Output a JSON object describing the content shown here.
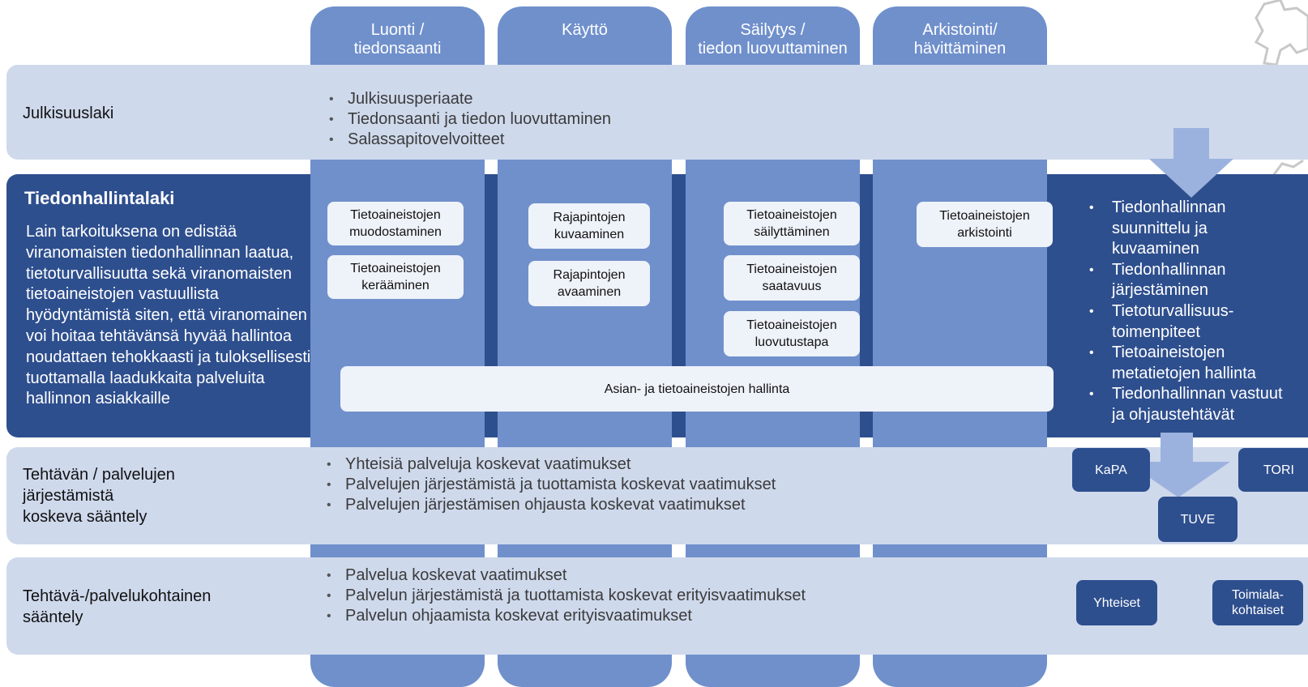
{
  "columns": [
    {
      "title": "Luonti /\ntiedonsaanti"
    },
    {
      "title": "Käyttö"
    },
    {
      "title": "Säilytys /\ntiedon luovuttaminen"
    },
    {
      "title": "Arkistointi/\nhävittäminen"
    }
  ],
  "julkisuuslaki": {
    "title": "Julkisuuslaki",
    "bullets": [
      "Julkisuusperiaate",
      "Tiedonsaanti ja tiedon luovuttaminen",
      "Salassapitovelvoitteet"
    ]
  },
  "tiedonhallintalaki": {
    "title": "Tiedonhallintalaki",
    "description": "Lain tarkoituksena on edistää viranomaisten tiedonhallinnan laatua, tietoturvallisuutta sekä viranomaisten tietoaineistojen vastuullista hyödyntämistä siten, että viranomainen voi hoitaa tehtävänsä hyvää hallintoa noudattaen tehokkaasti ja tuloksellisesti tuottamalla laadukkaita palveluita hallinnon asiakkaille",
    "boxes": {
      "luonti": [
        "Tietoaineistojen\nmuodostaminen",
        "Tietoaineistojen\nkerääminen"
      ],
      "kaytto": [
        "Rajapintojen\nkuvaaminen",
        "Rajapintojen\navaaminen"
      ],
      "sailytys": [
        "Tietoaineistojen\nsäilyttäminen",
        "Tietoaineistojen\nsaatavuus",
        "Tietoaineistojen\nluovutustapa"
      ],
      "arkistointi": [
        "Tietoaineistojen\narkistointi"
      ]
    },
    "shared_box": "Asian- ja tietoaineistojen hallinta",
    "side_bullets": [
      "Tiedonhallinnan suunnittelu ja kuvaaminen",
      "Tiedonhallinnan järjestäminen",
      "Tietoturvallisuus-toimenpiteet",
      "Tietoaineistojen metatietojen hallinta",
      "Tiedonhallinnan vastuut ja ohjaustehtävät"
    ]
  },
  "palvelujen_saantely": {
    "title": "Tehtävän / palvelujen\njärjestämistä\nkoskeva sääntely",
    "bullets": [
      "Yhteisiä palveluja koskevat vaatimukset",
      "Palvelujen järjestämistä ja tuottamista koskevat vaatimukset",
      "Palvelujen järjestämisen ohjausta koskevat vaatimukset"
    ],
    "tags": [
      "KaPA",
      "TORI",
      "TUVE"
    ]
  },
  "palvelukohtainen": {
    "title": "Tehtävä-/palvelukohtainen\nsääntely",
    "bullets": [
      "Palvelua koskevat vaatimukset",
      "Palvelun järjestämistä ja tuottamista koskevat erityisvaatimukset",
      "Palvelun ohjaamista koskevat erityisvaatimukset"
    ],
    "tags": [
      "Yhteiset",
      "Toimiala-\nkohtaiset"
    ]
  },
  "colors": {
    "column": "#7090cc",
    "light_band": "#cfd9ec",
    "dark_band": "#2e4f8e",
    "arrow": "#9cb2de",
    "box": "#eef2f9"
  }
}
